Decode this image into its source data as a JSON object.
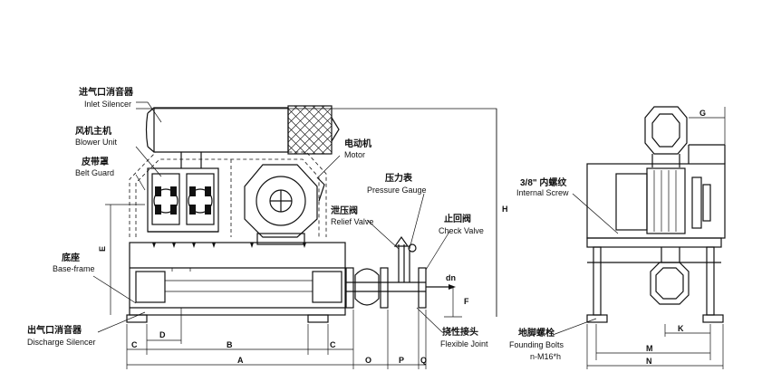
{
  "labels": {
    "inlet_silencer": {
      "zh": "进气口消音器",
      "en": "Inlet Silencer"
    },
    "blower_unit": {
      "zh": "风机主机",
      "en": "Blower Unit"
    },
    "belt_guard": {
      "zh": "皮带罩",
      "en": "Belt Guard"
    },
    "motor": {
      "zh": "电动机",
      "en": "Motor"
    },
    "pressure_gauge": {
      "zh": "压力表",
      "en": "Pressure Gauge"
    },
    "relief_valve": {
      "zh": "泄压阀",
      "en": "Relief Valve"
    },
    "check_valve": {
      "zh": "止回阀",
      "en": "Check Valve"
    },
    "base_frame": {
      "zh": "底座",
      "en": "Base-frame"
    },
    "discharge_silencer": {
      "zh": "出气口消音器",
      "en": "Discharge Silencer"
    },
    "flexible_joint": {
      "zh": "挠性接头",
      "en": "Flexible Joint"
    },
    "internal_screw": {
      "zh": "3/8\" 内螺纹",
      "en": "Internal Screw"
    },
    "founding_bolts": {
      "zh": "地脚螺栓",
      "en": "Founding Bolts",
      "spec": "n-M16*h"
    }
  },
  "dimensions": {
    "A": "A",
    "B": "B",
    "C1": "C",
    "C2": "C",
    "D": "D",
    "E": "E",
    "F": "F",
    "H": "H",
    "O": "O",
    "P": "P",
    "Q": "Q",
    "G": "G",
    "K": "K",
    "M": "M",
    "N": "N",
    "dn": "dn"
  }
}
